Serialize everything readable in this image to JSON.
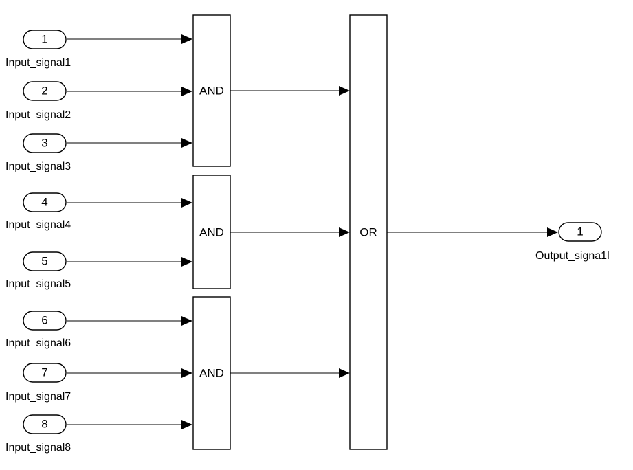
{
  "diagram": {
    "inputs": [
      {
        "number": "1",
        "label": "Input_signal1"
      },
      {
        "number": "2",
        "label": "Input_signal2"
      },
      {
        "number": "3",
        "label": "Input_signal3"
      },
      {
        "number": "4",
        "label": "Input_signal4"
      },
      {
        "number": "5",
        "label": "Input_signal5"
      },
      {
        "number": "6",
        "label": "Input_signal6"
      },
      {
        "number": "7",
        "label": "Input_signal7"
      },
      {
        "number": "8",
        "label": "Input_signal8"
      }
    ],
    "and_blocks": [
      {
        "label": "AND",
        "inputs": [
          "1",
          "2",
          "3"
        ]
      },
      {
        "label": "AND",
        "inputs": [
          "4",
          "5"
        ]
      },
      {
        "label": "AND",
        "inputs": [
          "6",
          "7",
          "8"
        ]
      }
    ],
    "or_block": {
      "label": "OR"
    },
    "output": {
      "number": "1",
      "label": "Output_signa1l"
    }
  }
}
